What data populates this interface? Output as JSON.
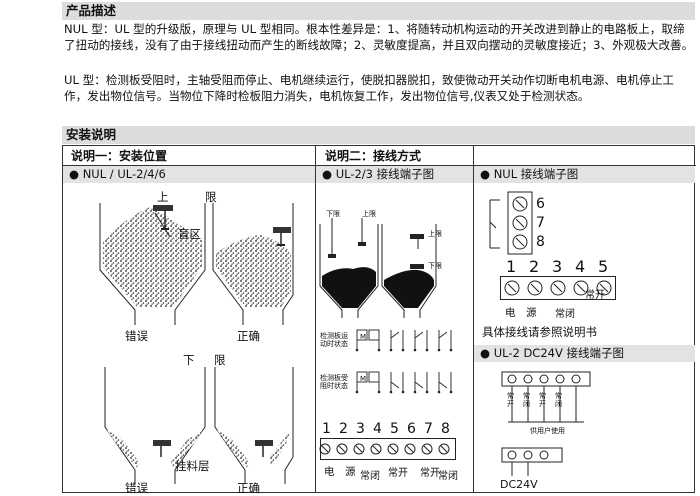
{
  "section1_title": "产品描述",
  "desc_para1": "NUL 型：UL 型的升级版，原理与 UL 型相同。根本性差异是：1、将随转动机构运动的开关改进到静止的电路板上，取缔了扭动的接线，没有了由于接线扭动而产生的断线故障；2、灵敏度提高，并且双向摆动的灵敏度接近；3、外观极大改善。",
  "desc_para2": "UL 型：检测板受阻时，主轴受阻而停止、电机继续运行，使脱扣器脱扣，致使微动开关动作切断电机电源、电机停止工作，发出物位信号。当物位下降时检板阻力消失，电机恢复工作，发出物位信号,仪表又处于检测状态。",
  "section2_title": "安装说明",
  "col1_title": "说明一：安装位置",
  "col2_title": "说明二：接线方式",
  "col1_sub": "NUL / UL-2/4/6",
  "col2_sub": "UL-2/3 接线端子图",
  "col3_sub": "NUL 接线端子图",
  "col3_sub2": "UL-2 DC24V 接线端子图",
  "upper_label_a": "上",
  "upper_label_b": "限",
  "lower_label_a": "下",
  "lower_label_b": "限",
  "blind_zone": "盲区",
  "wrong": "错误",
  "correct": "正确",
  "hang_layer": "挂料层",
  "ul23_lower": "下限",
  "ul23_upper": "上限",
  "ul23_upper_right": "上限",
  "ul23_lower_right": "下限",
  "free_state": "检测板运动时状态",
  "blocked_state": "检测板受阻时状态",
  "terminals_8": [
    "1",
    "2",
    "3",
    "4",
    "5",
    "6",
    "7",
    "8"
  ],
  "terminal_M": "M",
  "power_label": "电　源",
  "no_label": "常开",
  "nc_label": "常闭",
  "nul_side_terms": [
    "6",
    "7",
    "8"
  ],
  "nul_terminals": [
    "1",
    "2",
    "3",
    "4",
    "5"
  ],
  "nul_power": "电　源",
  "nul_no": "常开",
  "nul_nc": "常闭",
  "nul_note": "具体接线请参照说明书",
  "dc_labels": [
    "常开",
    "常闭",
    "常开",
    "常闭"
  ],
  "user_equipment": "供用户使用",
  "dc24v": "DC24V"
}
